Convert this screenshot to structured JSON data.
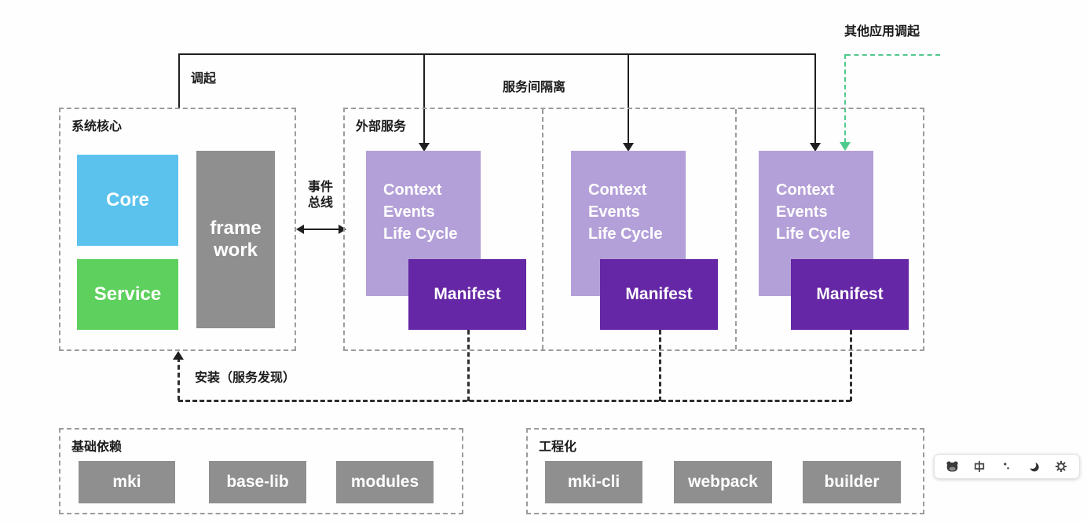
{
  "top": {
    "invoke_label": "调起",
    "isolation_label": "服务间隔离",
    "external_invoke_label": "其他应用调起"
  },
  "event_bus": {
    "line1": "事件",
    "line2": "总线"
  },
  "install_label": "安装（服务发现）",
  "system_core": {
    "title": "系统核心",
    "core_label": "Core",
    "service_label": "Service",
    "framework_line1": "frame",
    "framework_line2": "work"
  },
  "external_services": {
    "title": "外部服务",
    "services": [
      {
        "lines": [
          "Context",
          "Events",
          "Life Cycle"
        ],
        "manifest": "Manifest"
      },
      {
        "lines": [
          "Context",
          "Events",
          "Life Cycle"
        ],
        "manifest": "Manifest"
      },
      {
        "lines": [
          "Context",
          "Events",
          "Life Cycle"
        ],
        "manifest": "Manifest"
      }
    ]
  },
  "base_dependencies": {
    "title": "基础依赖",
    "items": [
      "mki",
      "base-lib",
      "modules"
    ]
  },
  "engineering": {
    "title": "工程化",
    "items": [
      "mki-cli",
      "webpack",
      "builder"
    ]
  },
  "toolbar": {
    "icons": [
      "bear-icon",
      "translate-icon",
      "dots-icon",
      "moon-icon",
      "gear-icon"
    ]
  },
  "colors": {
    "core_blue": "#5bc2ee",
    "service_green": "#5ed05e",
    "gray": "#8f8f8f",
    "context_purple": "#b4a0d8",
    "manifest_purple": "#6527a5",
    "line_black": "#1f1f1f",
    "dash_gray": "#9c9c9c",
    "green_dash": "#4ec98c"
  }
}
